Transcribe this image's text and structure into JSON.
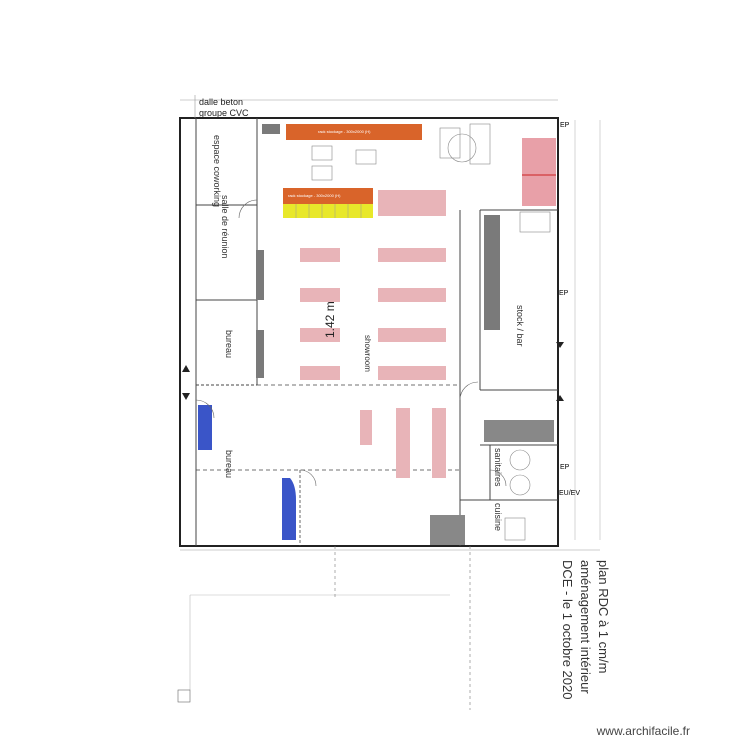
{
  "top_labels": {
    "slab": "dalle beton",
    "group": "groupe CVC"
  },
  "rooms": {
    "coworking": "espace coworking",
    "meeting": "salle de réunion",
    "office": "bureau",
    "office2": "bureau",
    "showroom": "showroom",
    "stock": "stock / bar",
    "sanitary": "sanitaires",
    "kitchen": "cuisine"
  },
  "markers": {
    "ep": "EP",
    "eu_ev": "EU/EV"
  },
  "dimension": "1.42 m",
  "furniture_labels": {
    "shelf_orange_1": "rack stockage - 300x2000 (H)",
    "shelf_orange_2": "rack stockage - 300x2000 (H)"
  },
  "title_block": {
    "line1": "plan RDC à 1 cm/m",
    "line2": "aménagement intérieur",
    "line3": "DCE - le 1 octobre 2020"
  },
  "watermark": "www.archifacile.fr",
  "colors": {
    "wall": "#222222",
    "orange": "#d9642a",
    "yellow": "#e8e82a",
    "pink": "#e8b4b8",
    "blue": "#3a55c8",
    "grey": "#7a7a7a",
    "red_zone": "#e8a0a8"
  }
}
